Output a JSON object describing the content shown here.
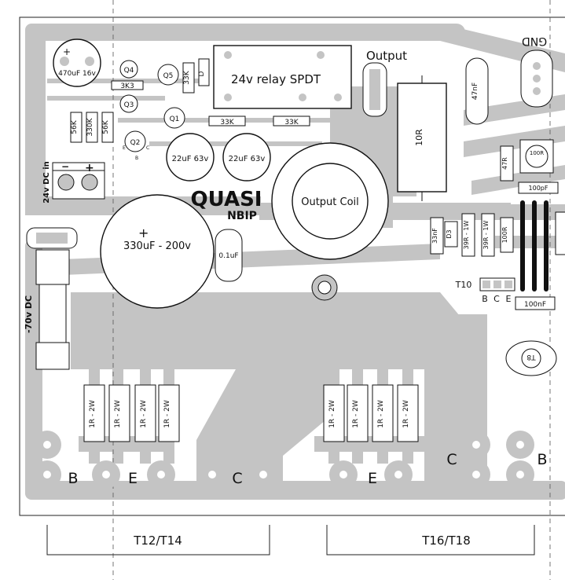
{
  "colors": {
    "copper": "#c4c4c4",
    "copper_dark": "#b3b3b3",
    "board": "#ffffff",
    "ink": "#111111"
  },
  "labels": {
    "relay": "24v relay SPDT",
    "output": "Output",
    "gnd": "GND",
    "cap_470": "470uF 16v",
    "r_3k3": "3K3",
    "r_33k_a": "33K",
    "r_33k_b": "33K",
    "r_33k_c": "33K",
    "r_56k_a": "56K",
    "r_330k": "330K",
    "r_56k_b": "56K",
    "q1": "Q1",
    "q2": "Q2",
    "q3": "Q3",
    "q4": "Q4",
    "q5": "Q5",
    "diode_d": "D",
    "cap_22_a": "22uF 63v",
    "cap_22_b": "22uF 63v",
    "dc_in": "24v DC in",
    "term_minus": "−",
    "term_plus": "+",
    "logo_main": "QUASI",
    "logo_sub": "NBIP",
    "output_coil": "Output Coil",
    "r_10r": "10R",
    "cap_47n": "47nF",
    "cap_330_200": "330uF - 200v",
    "cap_0_1": "0.1uF",
    "neg70": "-70v DC",
    "r_33n": "33nF",
    "d3": "D3",
    "r_39r_a": "39R - 1W",
    "r_39r_b": "39R - 1W",
    "r_100r": "100R",
    "r_47r": "47R",
    "cap_100pf": "100pF",
    "trim": "100R",
    "t10": "T10",
    "pin_b": "B",
    "pin_c": "C",
    "pin_e": "E",
    "cap_100nf": "100nF",
    "t8": "T8",
    "res_1r_2w": "1R - 2W",
    "pad_b_left": "B",
    "pad_e_left": "E",
    "pad_c_left": "C",
    "pad_e_right": "E",
    "pad_c_right": "C",
    "pad_b_right": "B",
    "group_left": "T12/T14",
    "group_right": "T16/T18",
    "small_e": "E",
    "small_b": "B",
    "small_c": "C",
    "plus_sign": "+"
  }
}
